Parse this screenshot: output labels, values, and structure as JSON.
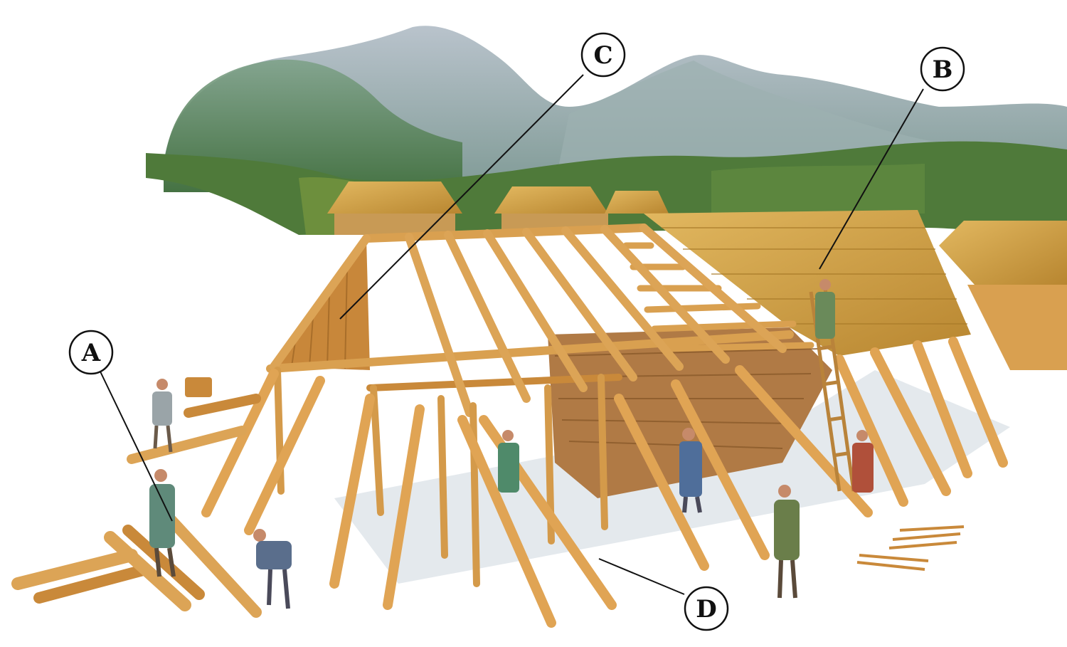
{
  "callouts": [
    {
      "id": "a",
      "label": "A"
    },
    {
      "id": "b",
      "label": "B"
    },
    {
      "id": "c",
      "label": "C"
    },
    {
      "id": "d",
      "label": "D"
    }
  ],
  "colors": {
    "background": "#ffffff",
    "mountain": "#8fa6a8",
    "mountain_shadow": "#6e8a8a",
    "forest": "#4f7a3a",
    "timber": "#d9a050",
    "timber_dark": "#a86e2a",
    "thatch": "#d6a84a",
    "wattle": "#b07a45",
    "ground_shadow": "#cdd3d8",
    "callout_line": "#111111"
  }
}
